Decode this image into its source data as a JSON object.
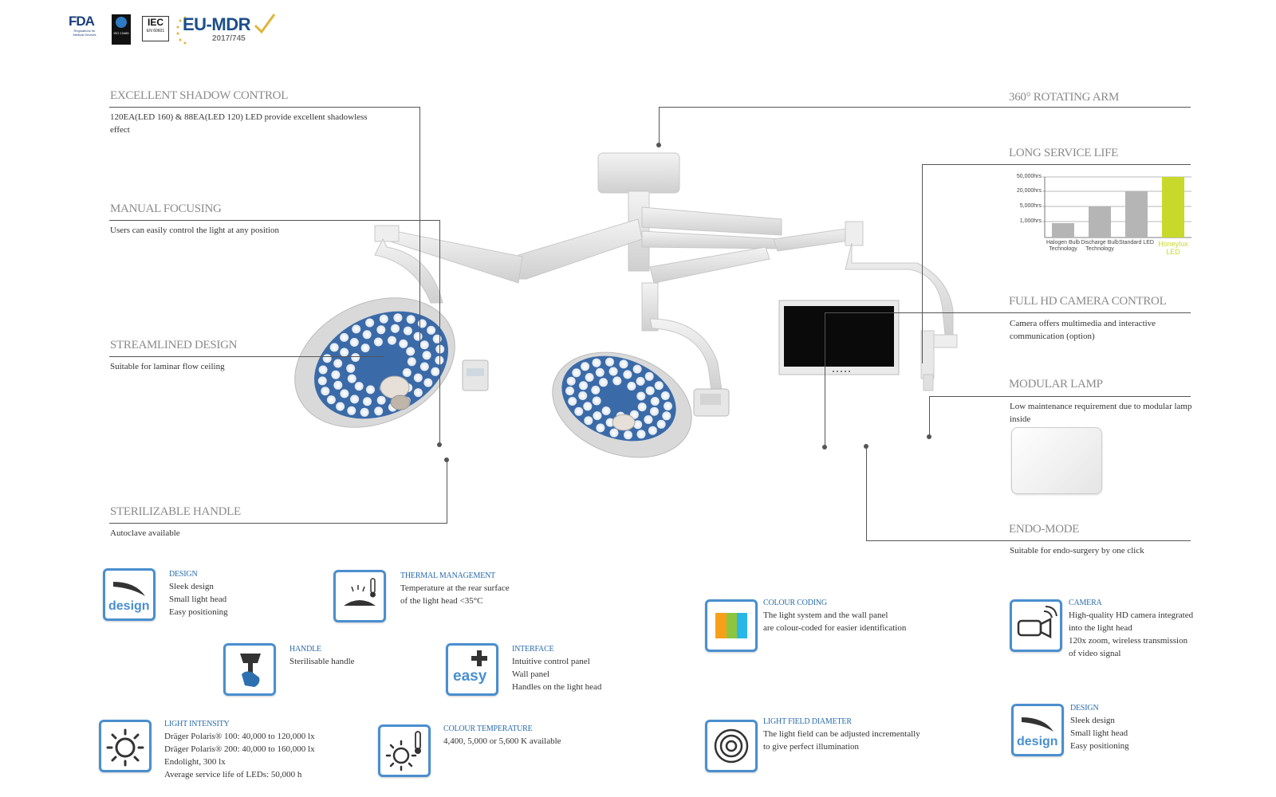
{
  "certifications": {
    "fda": "FDA",
    "fda_sub": "Regulations for Medical Devices",
    "iso": "ISO 13485",
    "iec": "IEC",
    "iec_sub": "EN 60601",
    "eumdr": "EU-MDR",
    "eumdr_sub": "2017/745"
  },
  "features_left": [
    {
      "title": "EXCELLENT SHADOW CONTROL",
      "text": "120EA(LED 160) & 88EA(LED 120) LED provide excellent shadowless effect"
    },
    {
      "title": "MANUAL FOCUSING",
      "text": "Users can easily control the light at any position"
    },
    {
      "title": "STREAMLINED DESIGN",
      "text": "Suitable for laminar flow ceiling"
    },
    {
      "title": "STERILIZABLE HANDLE",
      "text": "Autoclave available"
    }
  ],
  "features_right": [
    {
      "title": "360° ROTATING ARM",
      "text": ""
    },
    {
      "title": "LONG SERVICE LIFE",
      "text": ""
    },
    {
      "title": "FULL HD CAMERA CONTROL",
      "text": "Camera offers multimedia and interactive communication (option)"
    },
    {
      "title": "MODULAR LAMP",
      "text": "Low maintenance requirement due to modular lamp inside"
    },
    {
      "title": "ENDO-MODE",
      "text": "Suitable for endo-surgery by one click"
    }
  ],
  "chart_data": {
    "type": "bar",
    "title": "",
    "categories": [
      "Halogen Bulb Technology",
      "Discharge Bulb Technology",
      "Standard LED",
      "Honeylux LED"
    ],
    "values": [
      1000,
      5000,
      20000,
      50000
    ],
    "y_ticks": [
      "50,000hrs",
      "20,000hrs",
      "5,000hrs",
      "1,000hrs"
    ],
    "colors": [
      "#b5b5b5",
      "#b5b5b5",
      "#b5b5b5",
      "#c8d92b"
    ],
    "highlight_label_color": "#c8d92b"
  },
  "icons": [
    {
      "key": "design1",
      "title": "DESIGN",
      "lines": [
        "Sleek design",
        "Small light head",
        "Easy positioning"
      ],
      "icon": "design-icon"
    },
    {
      "key": "thermal",
      "title": "THERMAL MANAGEMENT",
      "lines": [
        "Temperature at the rear surface",
        "of the light head <35°C"
      ],
      "icon": "thermometer-lamp-icon"
    },
    {
      "key": "handle",
      "title": "HANDLE",
      "lines": [
        "Sterilisable handle"
      ],
      "icon": "hand-handle-icon"
    },
    {
      "key": "interface",
      "title": "INTERFACE",
      "lines": [
        "Intuitive control panel",
        "Wall panel",
        "Handles on the light head"
      ],
      "icon": "easy-plus-icon"
    },
    {
      "key": "intensity",
      "title": "LIGHT INTENSITY",
      "lines": [
        "Dräger Polaris® 100: 40,000 to 120,000 lx",
        "Dräger Polaris® 200: 40,000 to 160,000 lx",
        "Endolight, 300 lx",
        "Average service life of LEDs: 50,000 h"
      ],
      "icon": "sun-icon"
    },
    {
      "key": "colourtemp",
      "title": "COLOUR TEMPERATURE",
      "lines": [
        "4,400, 5,000 or 5,600 K available"
      ],
      "icon": "sun-thermometer-icon"
    },
    {
      "key": "colourcoding",
      "title": "COLOUR CODING",
      "lines": [
        "The light system and the wall panel",
        "are colour-coded for easier identification"
      ],
      "icon": "color-bars-icon"
    },
    {
      "key": "camera",
      "title": "CAMERA",
      "lines": [
        "High-quality HD camera integrated",
        "into the light head",
        "120x zoom, wireless transmission",
        "of video signal"
      ],
      "icon": "camera-icon"
    },
    {
      "key": "lightfield",
      "title": "LIGHT FIELD DIAMETER",
      "lines": [
        "The light field can be adjusted incrementally",
        "to give perfect illumination"
      ],
      "icon": "concentric-circles-icon"
    },
    {
      "key": "design2",
      "title": "DESIGN",
      "lines": [
        "Sleek design",
        "Small light head",
        "Easy positioning"
      ],
      "icon": "design-icon"
    }
  ],
  "icon_word_design": "design",
  "icon_word_easy": "easy",
  "colors": {
    "accent": "#4a8fcf",
    "title_blue": "#2b6cab",
    "led_blue": "#3a6aa8",
    "lime": "#c8d92b"
  }
}
